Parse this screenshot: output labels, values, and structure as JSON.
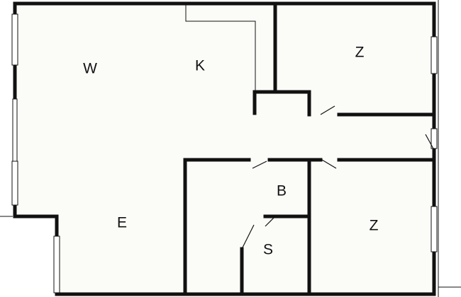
{
  "floor_plan": {
    "colors": {
      "floor": "#fbfcf8",
      "wall": "#111111",
      "background": "#ffffff"
    },
    "rooms": [
      {
        "key": "living",
        "label": "W"
      },
      {
        "key": "kitchen",
        "label": "K"
      },
      {
        "key": "bedroom_top",
        "label": "Z"
      },
      {
        "key": "bathroom",
        "label": "B"
      },
      {
        "key": "storage",
        "label": "S"
      },
      {
        "key": "entrance",
        "label": "E"
      },
      {
        "key": "bedroom_bottom",
        "label": "Z"
      }
    ]
  }
}
